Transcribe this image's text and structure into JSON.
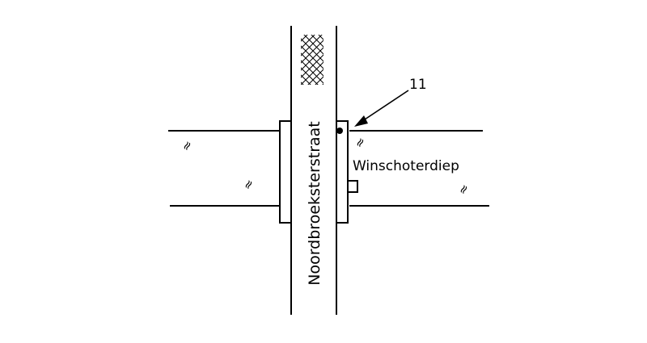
{
  "map": {
    "street_name": "Noordbroeksterstraat",
    "canal_name": "Winschoterdiep",
    "location_number": "11",
    "water_symbol": "≈",
    "line_color": "#000000",
    "background_color": "#ffffff"
  }
}
